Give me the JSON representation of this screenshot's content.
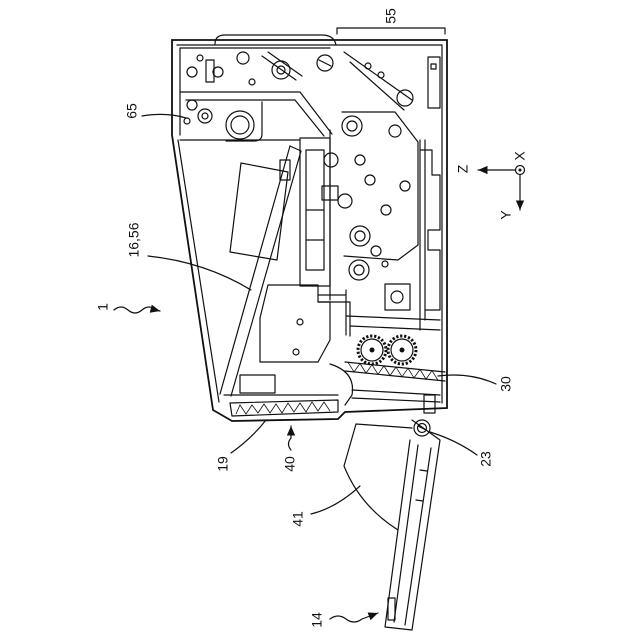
{
  "labels": {
    "l55": "55",
    "l65": "65",
    "l1656": "16,56",
    "l1": "1",
    "l30": "30",
    "l23": "23",
    "l19": "19",
    "l40": "40",
    "l41": "41",
    "l14": "14"
  },
  "axes": {
    "z": "Z",
    "x": "X",
    "y": "Y"
  }
}
